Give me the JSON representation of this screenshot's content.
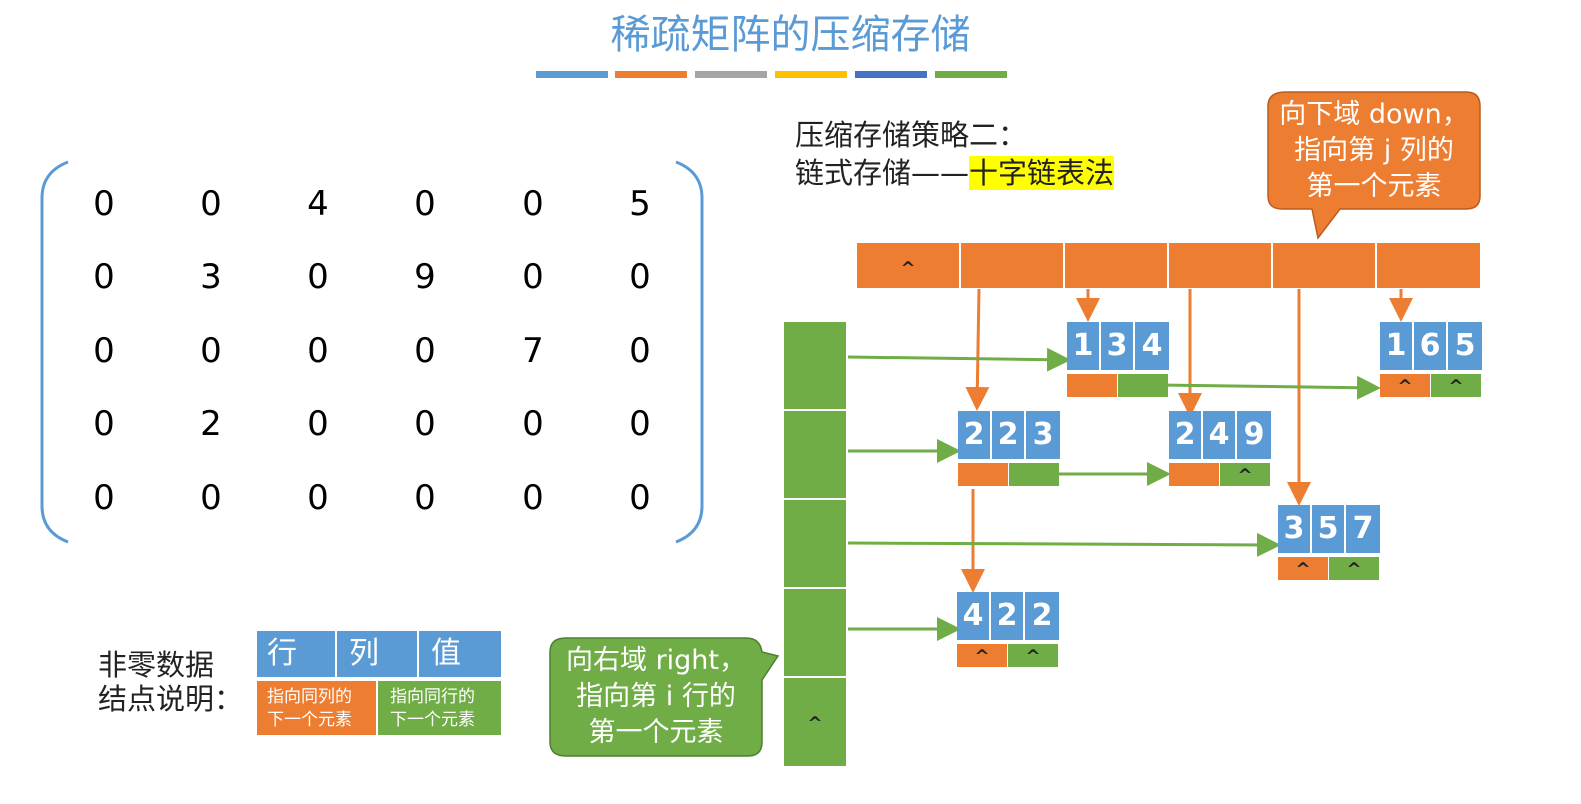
{
  "title": "稀疏矩阵的压缩存储",
  "colors": {
    "blue": "#5b9bd5",
    "orange": "#ed7d31",
    "gray": "#a5a5a5",
    "yellow": "#ffc000",
    "darkblue": "#4472c4",
    "green": "#70ad47"
  },
  "matrix": [
    [
      "0",
      "0",
      "4",
      "0",
      "0",
      "5"
    ],
    [
      "0",
      "3",
      "0",
      "9",
      "0",
      "0"
    ],
    [
      "0",
      "0",
      "0",
      "0",
      "7",
      "0"
    ],
    [
      "0",
      "2",
      "0",
      "0",
      "0",
      "0"
    ],
    [
      "0",
      "0",
      "0",
      "0",
      "0",
      "0"
    ]
  ],
  "strategy": {
    "line1": "压缩存储策略二：",
    "line2_prefix": "链式存储——",
    "line2_highlight": "十字链表法"
  },
  "callout_down": {
    "line1": "向下域 down，",
    "line2": "指向第 j 列的",
    "line3": "第一个元素"
  },
  "callout_right": {
    "line1": "向右域 right，",
    "line2": "指向第 i 行的",
    "line3": "第一个元素"
  },
  "null_symbol": "^",
  "nodes": [
    {
      "values": [
        "1",
        "3",
        "4"
      ],
      "down": "",
      "right": ""
    },
    {
      "values": [
        "1",
        "6",
        "5"
      ],
      "down": "^",
      "right": "^"
    },
    {
      "values": [
        "2",
        "2",
        "3"
      ],
      "down": "",
      "right": ""
    },
    {
      "values": [
        "2",
        "4",
        "9"
      ],
      "down": "",
      "right": "^"
    },
    {
      "values": [
        "3",
        "5",
        "7"
      ],
      "down": "^",
      "right": "^"
    },
    {
      "values": [
        "4",
        "2",
        "2"
      ],
      "down": "^",
      "right": "^"
    }
  ],
  "legend": {
    "label_line1": "非零数据",
    "label_line2": "结点说明：",
    "headers": [
      "行",
      "列",
      "值"
    ],
    "down_desc_line1": "指向同列的",
    "down_desc_line2": "下一个元素",
    "right_desc_line1": "指向同行的",
    "right_desc_line2": "下一个元素"
  }
}
